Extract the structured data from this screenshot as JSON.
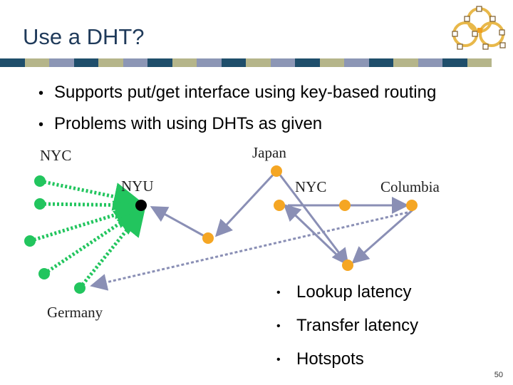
{
  "slide": {
    "title": "Use a DHT?",
    "bullets": [
      "Supports put/get interface using key-based routing",
      "Problems with using DHTs as given"
    ],
    "right_bullets": [
      "Lookup latency",
      "Transfer latency",
      "Hotspots"
    ],
    "page_number": "50"
  },
  "diagram": {
    "labels": {
      "nyc_left": "NYC",
      "japan": "Japan",
      "nyu": "NYU",
      "nyc_right": "NYC",
      "columbia": "Columbia",
      "germany": "Germany"
    },
    "colors": {
      "green_node": "#22c55e",
      "orange_node": "#f5a623",
      "black_node": "#000000",
      "green_arrow": "#22c55e",
      "gray_arrow": "#8a8fb5",
      "title_color": "#1f3a5a"
    }
  },
  "header_bar_colors": [
    "#1f4e6b",
    "#b5b58a",
    "#8c96b5",
    "#1f4e6b",
    "#b5b58a",
    "#8c96b5",
    "#1f4e6b",
    "#b5b58a",
    "#8c96b5",
    "#1f4e6b",
    "#b5b58a",
    "#8c96b5",
    "#1f4e6b",
    "#b5b58a",
    "#8c96b5",
    "#1f4e6b",
    "#b5b58a",
    "#8c96b5",
    "#1f4e6b",
    "#b5b58a"
  ]
}
